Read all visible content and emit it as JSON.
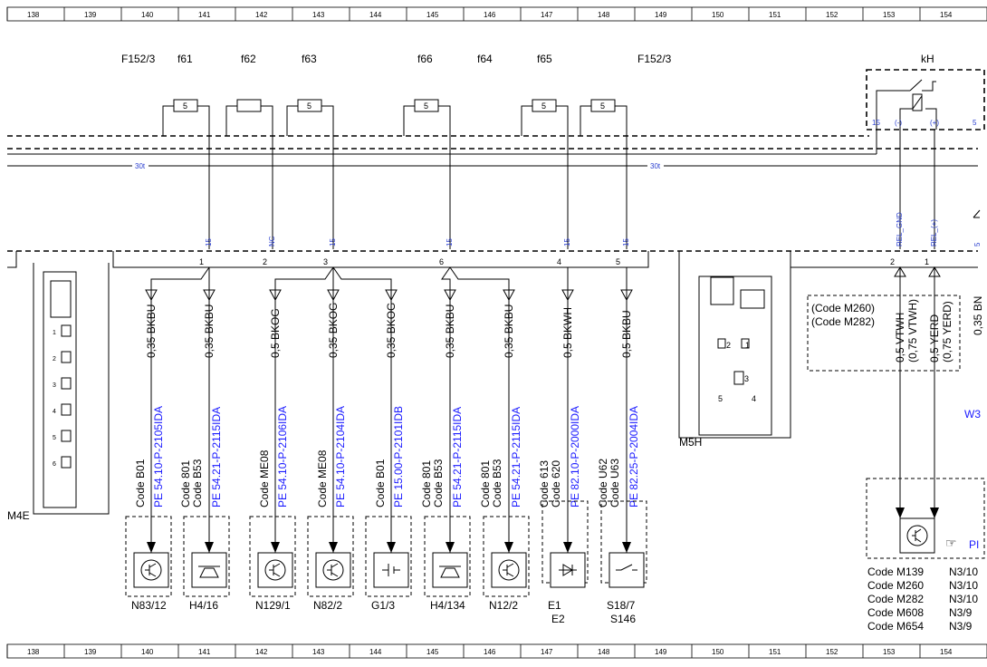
{
  "ruler": [
    "138",
    "139",
    "140",
    "141",
    "142",
    "143",
    "144",
    "145",
    "146",
    "147",
    "148",
    "149",
    "150",
    "151",
    "152",
    "153",
    "154"
  ],
  "fuse_labels": [
    {
      "id": "F152/3"
    },
    {
      "id": "f61"
    },
    {
      "id": "f62"
    },
    {
      "id": "f63"
    },
    {
      "id": "f66"
    },
    {
      "id": "f64"
    },
    {
      "id": "f65"
    },
    {
      "id": "F152/3_b",
      "text": "F152/3"
    }
  ],
  "fuse_values": [
    "5",
    "5",
    "5",
    "5",
    "5"
  ],
  "relay_label": "kH",
  "bus_label": "30t",
  "bus_pin": "15",
  "nc_pin": "NC",
  "relay_pins": {
    "p15": "15",
    "minus": "(-)",
    "plus": "(+)",
    "p5": "5",
    "gnd": "REL_GND",
    "pos": "REL_(+)"
  },
  "connector_pins": [
    "1",
    "2",
    "3",
    "6",
    "4",
    "5",
    "2",
    "1"
  ],
  "module_left": "M4E",
  "module_right": "M5H",
  "w3": "W3",
  "module_pins": [
    "1",
    "2",
    "3",
    "4",
    "5",
    "6"
  ],
  "module_right_pins": [
    "1",
    "2",
    "3",
    "4",
    "5"
  ],
  "code_box": [
    "(Code M260)",
    "(Code M282)"
  ],
  "right_wires": [
    "0,5 VTWH",
    "(0,75 VTWH)",
    "0,5 YERD",
    "(0,75 YERD)",
    "0,35 BN"
  ],
  "branches": [
    {
      "wire": "0,35 BKBU",
      "pe": "PE 54.10-P-2105IDA",
      "code": [
        "Code B01"
      ],
      "ref": "N83/12"
    },
    {
      "wire": "0,35 BKBU",
      "pe": "PE 54.21-P-2115IDA",
      "code": [
        "Code 801",
        "Code B53"
      ],
      "ref": "H4/16"
    },
    {
      "wire": "0,5 BKOG",
      "pe": "PE 54.10-P-2106IDA",
      "code": [
        "Code ME08"
      ],
      "ref": "N129/1"
    },
    {
      "wire": "0,35 BKOG",
      "pe": "PE 54.10-P-2104IDA",
      "code": [
        "Code ME08"
      ],
      "ref": "N82/2"
    },
    {
      "wire": "0,35 BKOG",
      "pe": "PE 15.00-P-2101IDB",
      "code": [
        "Code B01"
      ],
      "ref": "G1/3"
    },
    {
      "wire": "0,35 BKBU",
      "pe": "PE 54.21-P-2115IDA",
      "code": [
        "Code 801",
        "Code B53"
      ],
      "ref": "H4/134"
    },
    {
      "wire": "0,35 BKBU",
      "pe": "PE 54.21-P-2115IDA",
      "code": [
        "Code 801",
        "Code B53"
      ],
      "ref": "N12/2"
    },
    {
      "wire": "0,5 BKWH",
      "pe": "PE 82.10-P-2000IDA",
      "code": [
        "Code 613",
        "Code 620"
      ],
      "ref": "E1",
      "ref2": "E2"
    },
    {
      "wire": "0,5 BKBU",
      "pe": "PE 82.25-P-2004IDA",
      "code": [
        "Code U62",
        "Code U63"
      ],
      "ref": "S18/7",
      "ref2": "S146"
    }
  ],
  "right_ref": "PI",
  "code_table": [
    {
      "code": "Code M139",
      "ref": "N3/10"
    },
    {
      "code": "Code M260",
      "ref": "N3/10"
    },
    {
      "code": "Code M282",
      "ref": "N3/10"
    },
    {
      "code": "Code M608",
      "ref": "N3/9"
    },
    {
      "code": "Code M654",
      "ref": "N3/9"
    }
  ]
}
